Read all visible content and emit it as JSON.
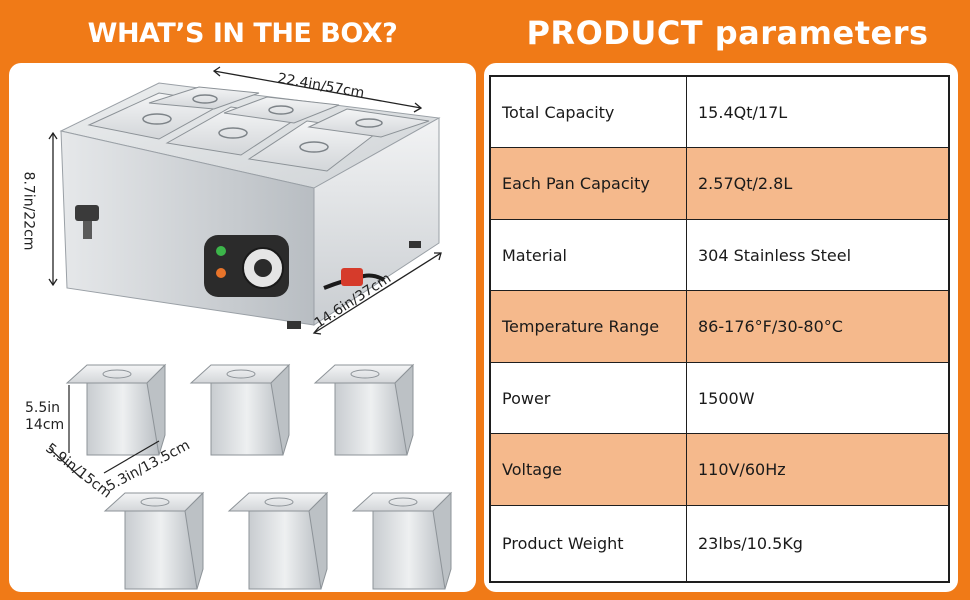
{
  "headings": {
    "left": "WHAT’S IN THE BOX?",
    "right": "PRODUCT parameters"
  },
  "dimensions": {
    "width": "22.4in/57cm",
    "height": "8.7in/22cm",
    "depth": "14.6in/37cm",
    "pan_height_in": "5.5in",
    "pan_height_cm": "14cm",
    "pan_length": "5.9in/15cm",
    "pan_width": "5.3in/13.5cm"
  },
  "parameters": [
    {
      "label": "Total Capacity",
      "value": "15.4Qt/17L"
    },
    {
      "label": "Each Pan Capacity",
      "value": "2.57Qt/2.8L"
    },
    {
      "label": "Material",
      "value": "304 Stainless Steel"
    },
    {
      "label": "Temperature Range",
      "value": "86-176°F/30-80°C"
    },
    {
      "label": "Power",
      "value": "1500W"
    },
    {
      "label": "Voltage",
      "value": "110V/60Hz"
    },
    {
      "label": "Product Weight",
      "value": "23lbs/10.5Kg"
    }
  ],
  "colors": {
    "background": "#f07a17",
    "row_alt": "#f5b98c",
    "steel": "#d9dcdf"
  }
}
